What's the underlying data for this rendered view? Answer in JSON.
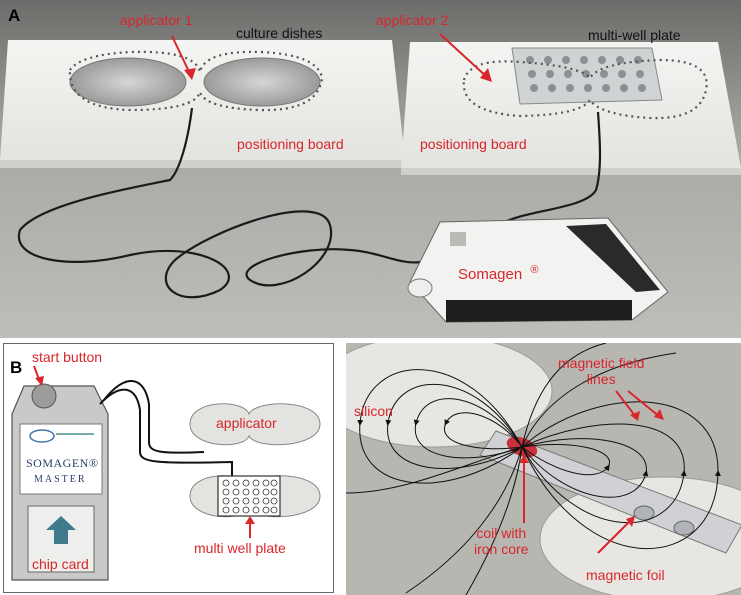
{
  "panels": {
    "a": {
      "letter": "A",
      "labels": {
        "applicator_1": "applicator 1",
        "culture_dishes": "culture dishes",
        "applicator_2": "applicator 2",
        "multi_well_plate": "multi-well plate",
        "positioning_board_left": "positioning board",
        "positioning_board_right": "positioning board",
        "device": "Somagen",
        "registered": "®"
      }
    },
    "b": {
      "letter": "B",
      "labels": {
        "start_button": "start button",
        "applicator": "applicator",
        "multi_well_plate": "multi well plate",
        "chip_card": "chip card"
      },
      "device_brand": "SOMAGEN®",
      "device_model": "MASTER"
    },
    "c": {
      "labels": {
        "silicon": "silicon",
        "magnetic_field_lines": "magnetic field\nlines",
        "coil_with_iron_core": "coil with\niron core",
        "magnetic_foil": "magnetic foil"
      }
    }
  },
  "colors": {
    "annotation": "#d9262b",
    "text_dark": "#111111"
  }
}
